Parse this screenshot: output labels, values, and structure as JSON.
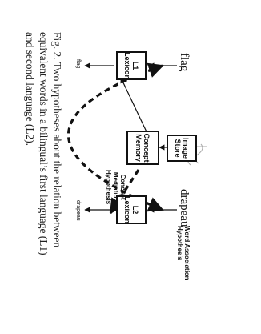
{
  "boxes": {
    "l1": [
      "L1",
      "Lexicon"
    ],
    "l2": [
      "L2",
      "Lexicon"
    ],
    "concept": [
      "Concept",
      "Memory"
    ],
    "image": [
      "Image",
      "Store"
    ]
  },
  "labels": {
    "word_assoc": [
      "Word Association",
      "Hypothesis"
    ],
    "concept_med": [
      "Concept",
      "Mediation",
      "Hypothesis"
    ]
  },
  "words": {
    "flag_input": "flag",
    "flag_output": "flag",
    "drapeau_input": "drapeau",
    "drapeau_output": "drapeau"
  },
  "caption": [
    "Fig. 2.  Two hypotheses about the relation between",
    "equivalent words in a bilingual’s first language (L1)",
    "and second language (L2)."
  ]
}
